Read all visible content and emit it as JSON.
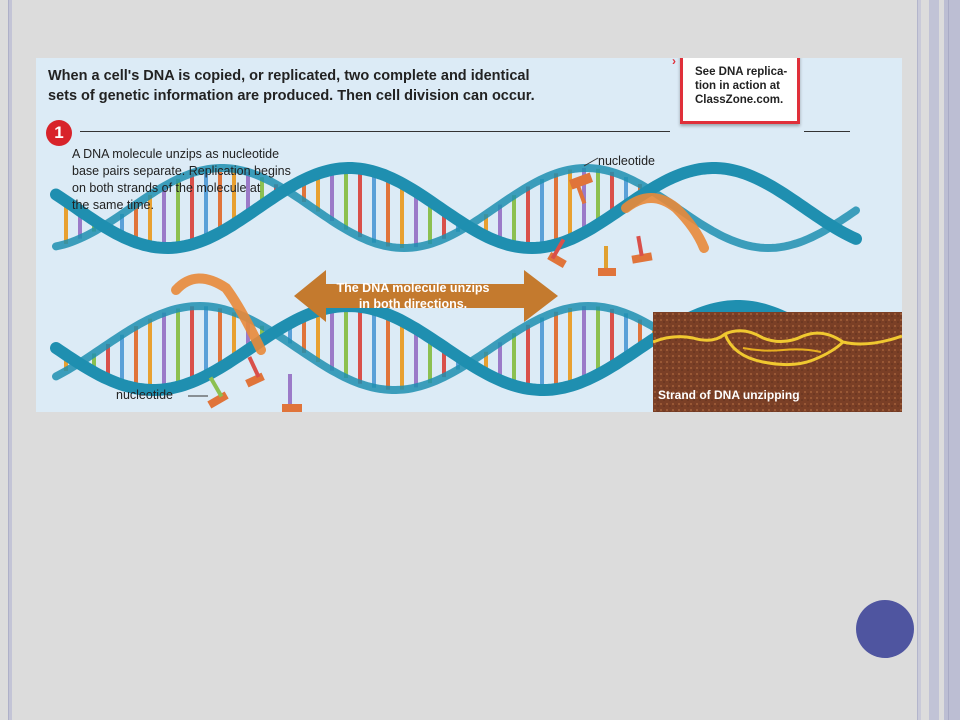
{
  "figure": {
    "heading": [
      "When a cell's DNA is copied, or replicated, two complete and identical",
      "sets of genetic information are produced. Then cell division can occur."
    ],
    "callout": [
      "See DNA replica-",
      "tion in action at",
      "ClassZone.com."
    ],
    "step_number": "1",
    "step_description": [
      "A DNA molecule unzips as nucleotide",
      "base pairs separate. Replication begins",
      "on both strands of the molecule at",
      "the same time."
    ],
    "label_nucleotide_top": "nucleotide",
    "label_nucleotide_bottom": "nucleotide",
    "arrow_text": [
      "The DNA molecule unzips",
      "in both directions."
    ],
    "micrograph_caption": "Strand of DNA unzipping"
  },
  "colors": {
    "background": "#dcdcdc",
    "figure_bg": "#dcebf6",
    "helix": "#1f8fb0",
    "arrow": "#c47a2e",
    "badge": "#d8232a",
    "nav_dot": "#4f55a0"
  },
  "icons": {
    "nav": "circle-nav-dot"
  }
}
